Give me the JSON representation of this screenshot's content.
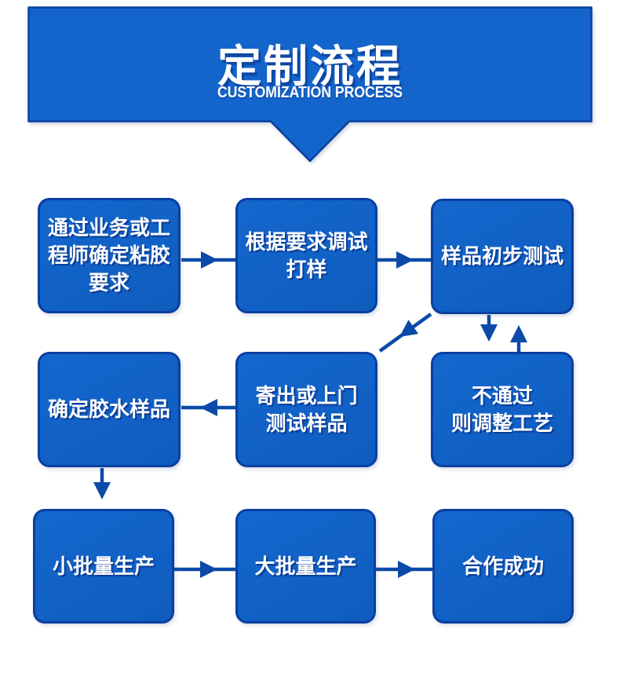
{
  "banner": {
    "title": "定制流程",
    "subtitle": "CUSTOMIZATION PROCESS"
  },
  "nodes": [
    {
      "id": "step-1",
      "label": "通过业务或工\n程师确定粘胶\n要求"
    },
    {
      "id": "step-2",
      "label": "根据要求调试\n打样"
    },
    {
      "id": "step-3",
      "label": "样品初步测试"
    },
    {
      "id": "step-4",
      "label": "确定胶水样品"
    },
    {
      "id": "step-5",
      "label": "寄出或上门\n测试样品"
    },
    {
      "id": "step-6",
      "label": "不通过\n则调整工艺"
    },
    {
      "id": "step-7",
      "label": "小批量生产"
    },
    {
      "id": "step-8",
      "label": "大批量生产"
    },
    {
      "id": "step-9",
      "label": "合作成功"
    }
  ],
  "edges": [
    {
      "from": "step-1",
      "to": "step-2"
    },
    {
      "from": "step-2",
      "to": "step-3"
    },
    {
      "from": "step-3",
      "to": "step-5"
    },
    {
      "from": "step-3",
      "to": "step-6"
    },
    {
      "from": "step-6",
      "to": "step-3"
    },
    {
      "from": "step-5",
      "to": "step-4"
    },
    {
      "from": "step-4",
      "to": "step-7"
    },
    {
      "from": "step-7",
      "to": "step-8"
    },
    {
      "from": "step-8",
      "to": "step-9"
    }
  ],
  "colors": {
    "box_fill": "#1162c7",
    "box_border": "#0a3fa0",
    "arrow": "#0b4aa8",
    "banner_fill": "#1465cb",
    "text": "#ffffff",
    "background": "#ffffff"
  }
}
